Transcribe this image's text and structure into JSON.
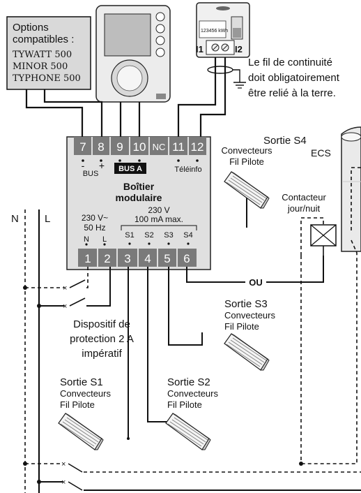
{
  "options": {
    "title_line1": "Options",
    "title_line2": "compatibles :",
    "items": [
      "TYWATT 500",
      "MINOR 500",
      "TYPHONE 500"
    ]
  },
  "meter": {
    "display": "123456 kWh",
    "terminal_left": "I1",
    "terminal_right": "I2"
  },
  "note": {
    "line1": "Le fil de continuité",
    "line2": "doit obligatoirement",
    "line3": "être relié à la terre."
  },
  "box": {
    "top_terminals": [
      "7",
      "8",
      "9",
      "10",
      "NC",
      "11",
      "12"
    ],
    "bus_label": "BUS",
    "bus_minus": "-",
    "bus_plus": "+",
    "bus_a": "BUS A",
    "teleinfo": "Téléinfo",
    "title_line1": "Boîtier",
    "title_line2": "modulaire",
    "power_line1": "230 V~",
    "power_line2": "50 Hz",
    "power_n": "N",
    "power_l": "L",
    "output_line1": "230 V",
    "output_line2": "100 mA max.",
    "outputs": [
      "S1",
      "S2",
      "S3",
      "S4"
    ],
    "bottom_terminals": [
      "1",
      "2",
      "3",
      "4",
      "5",
      "6"
    ]
  },
  "labels": {
    "n": "N",
    "l": "L",
    "sortie_s4": "Sortie S4",
    "ecs": "ECS",
    "convecteurs": "Convecteurs",
    "fil_pilote": "Fil Pilote",
    "contacteur_line1": "Contacteur",
    "contacteur_line2": "jour/nuit",
    "ou": "OU",
    "sortie_s3": "Sortie S3",
    "sortie_s1": "Sortie S1",
    "sortie_s2": "Sortie S2",
    "protection_line1": "Dispositif de",
    "protection_line2": "protection 2 A",
    "protection_line3": "impératif"
  }
}
